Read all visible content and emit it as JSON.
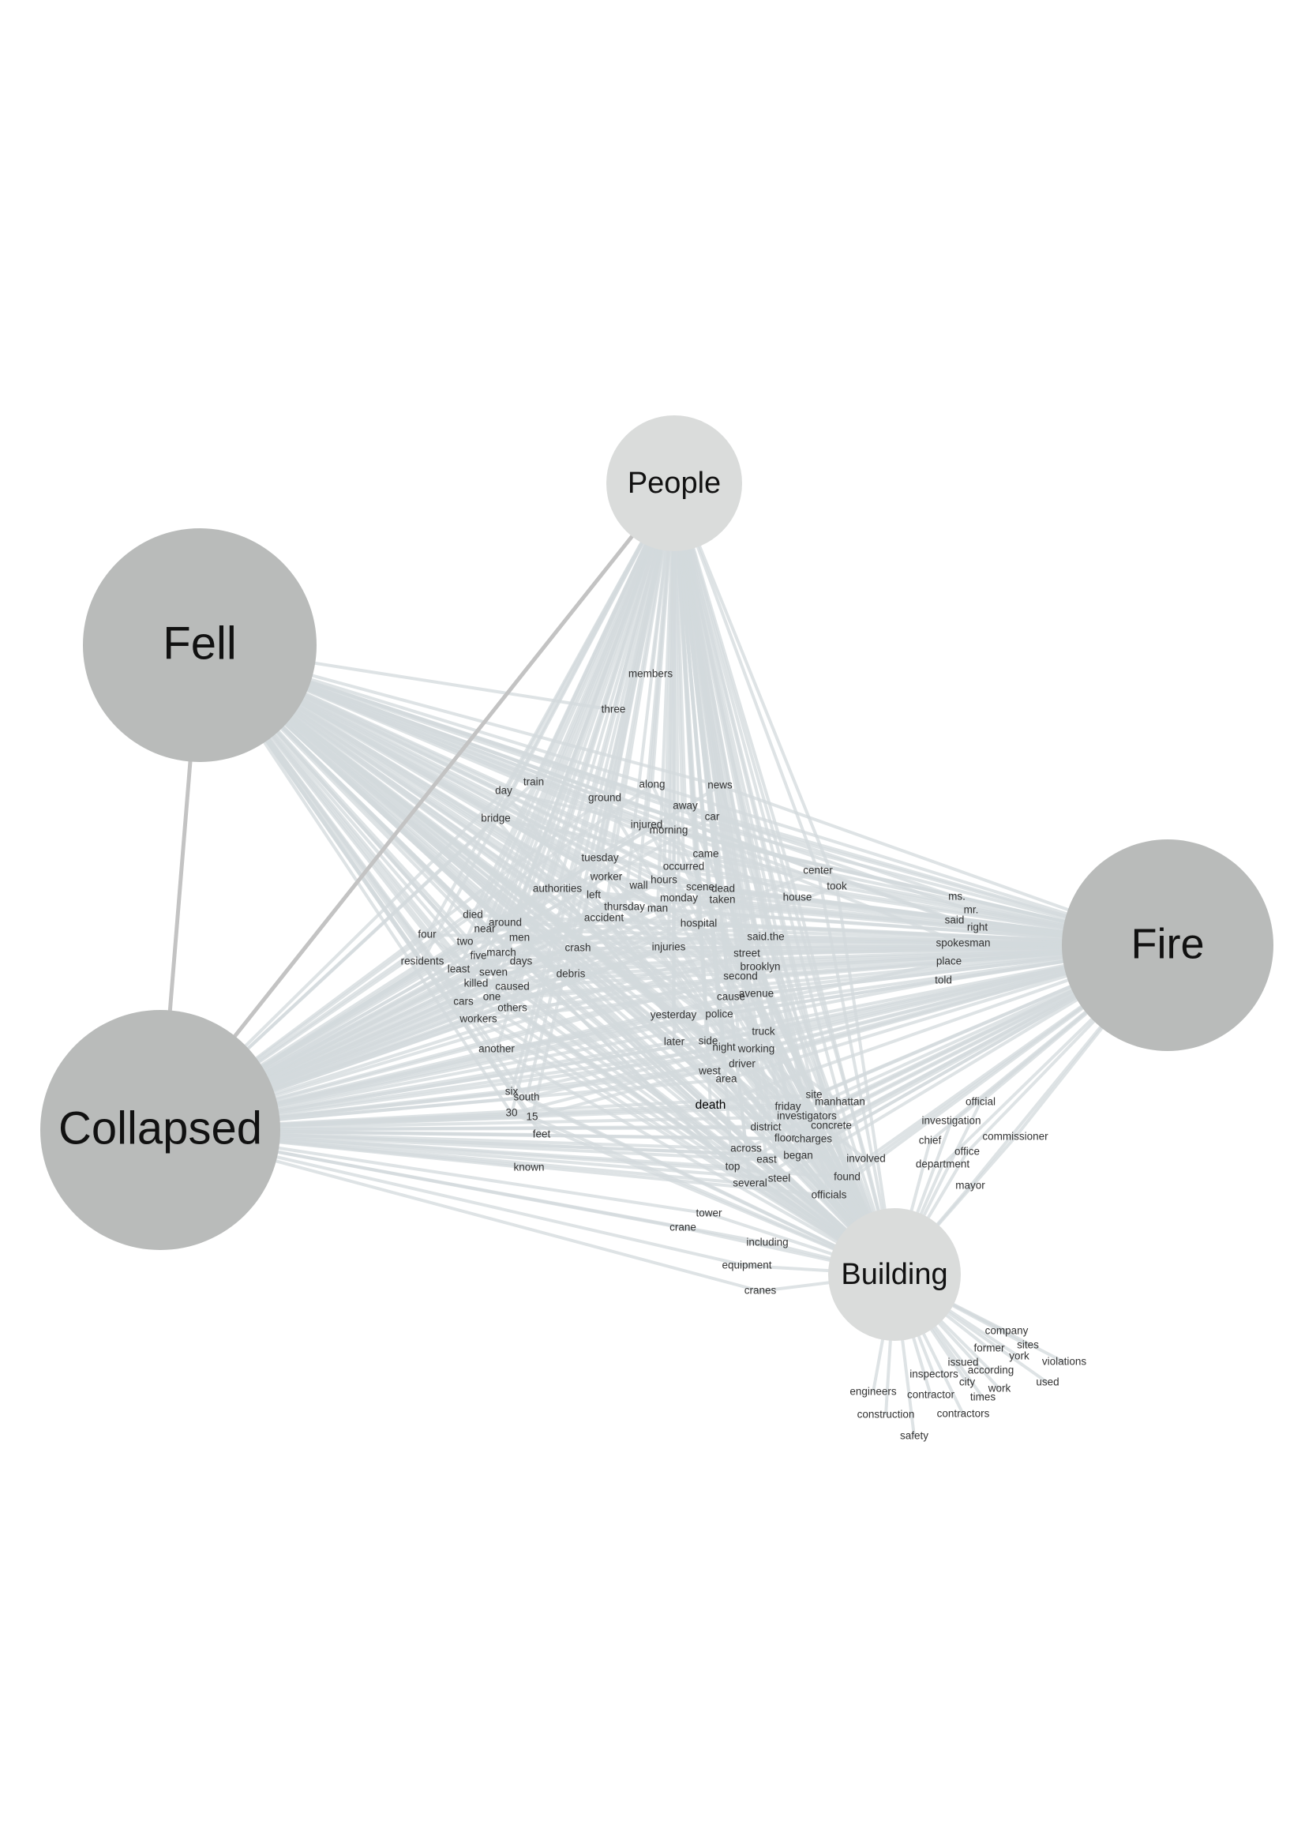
{
  "hubs": [
    {
      "id": "people",
      "label": "People"
    },
    {
      "id": "fell",
      "label": "Fell"
    },
    {
      "id": "fire",
      "label": "Fire"
    },
    {
      "id": "collapsed",
      "label": "Collapsed"
    },
    {
      "id": "building",
      "label": "Building"
    }
  ],
  "hub_links": [
    [
      "fell",
      "collapsed"
    ],
    [
      "people",
      "collapsed"
    ]
  ],
  "words": [
    "members",
    "three",
    "train",
    "day",
    "along",
    "news",
    "away",
    "car",
    "bridge",
    "ground",
    "injured",
    "morning",
    "came",
    "tuesday",
    "occurred",
    "worker",
    "hours",
    "dead",
    "center",
    "took",
    "authorities",
    "wall",
    "left",
    "scene",
    "monday",
    "taken",
    "house",
    "died",
    "thursday",
    "man",
    "accident",
    "around",
    "near",
    "ms.",
    "mr.",
    "said",
    "right",
    "four",
    "two",
    "men",
    "hospital",
    "said.the",
    "five",
    "march",
    "days",
    "crash",
    "injuries",
    "street",
    "spokesman",
    "residents",
    "least",
    "seven",
    "brooklyn",
    "place",
    "killed",
    "caused",
    "debris",
    "second",
    "told",
    "one",
    "cars",
    "others",
    "avenue",
    "cause",
    "workers",
    "yesterday",
    "police",
    "truck",
    "later",
    "side",
    "night",
    "working",
    "another",
    "driver",
    "west",
    "area",
    "site",
    "six",
    "south",
    "manhattan",
    "friday",
    "investigators",
    "official",
    "30",
    "15",
    "death",
    "district",
    "concrete",
    "investigation",
    "feet",
    "floor",
    "charges",
    "chief",
    "commissioner",
    "across",
    "office",
    "east",
    "began",
    "involved",
    "known",
    "top",
    "department",
    "steel",
    "found",
    "mayor",
    "several",
    "officials",
    "tower",
    "crane",
    "including",
    "equipment",
    "cranes",
    "company",
    "sites",
    "former",
    "york",
    "violations",
    "issued",
    "according",
    "inspectors",
    "city",
    "work",
    "used",
    "engineers",
    "contractor",
    "times",
    "construction",
    "contractors",
    "safety"
  ],
  "emphasized_words": [
    "death"
  ],
  "colors": {
    "hub_fill": "#b9bbba",
    "hub_fill_light": "#dadcdb",
    "edge": "#d3d9dc",
    "hub_link": "#c3c3c3",
    "text": "#333333"
  }
}
